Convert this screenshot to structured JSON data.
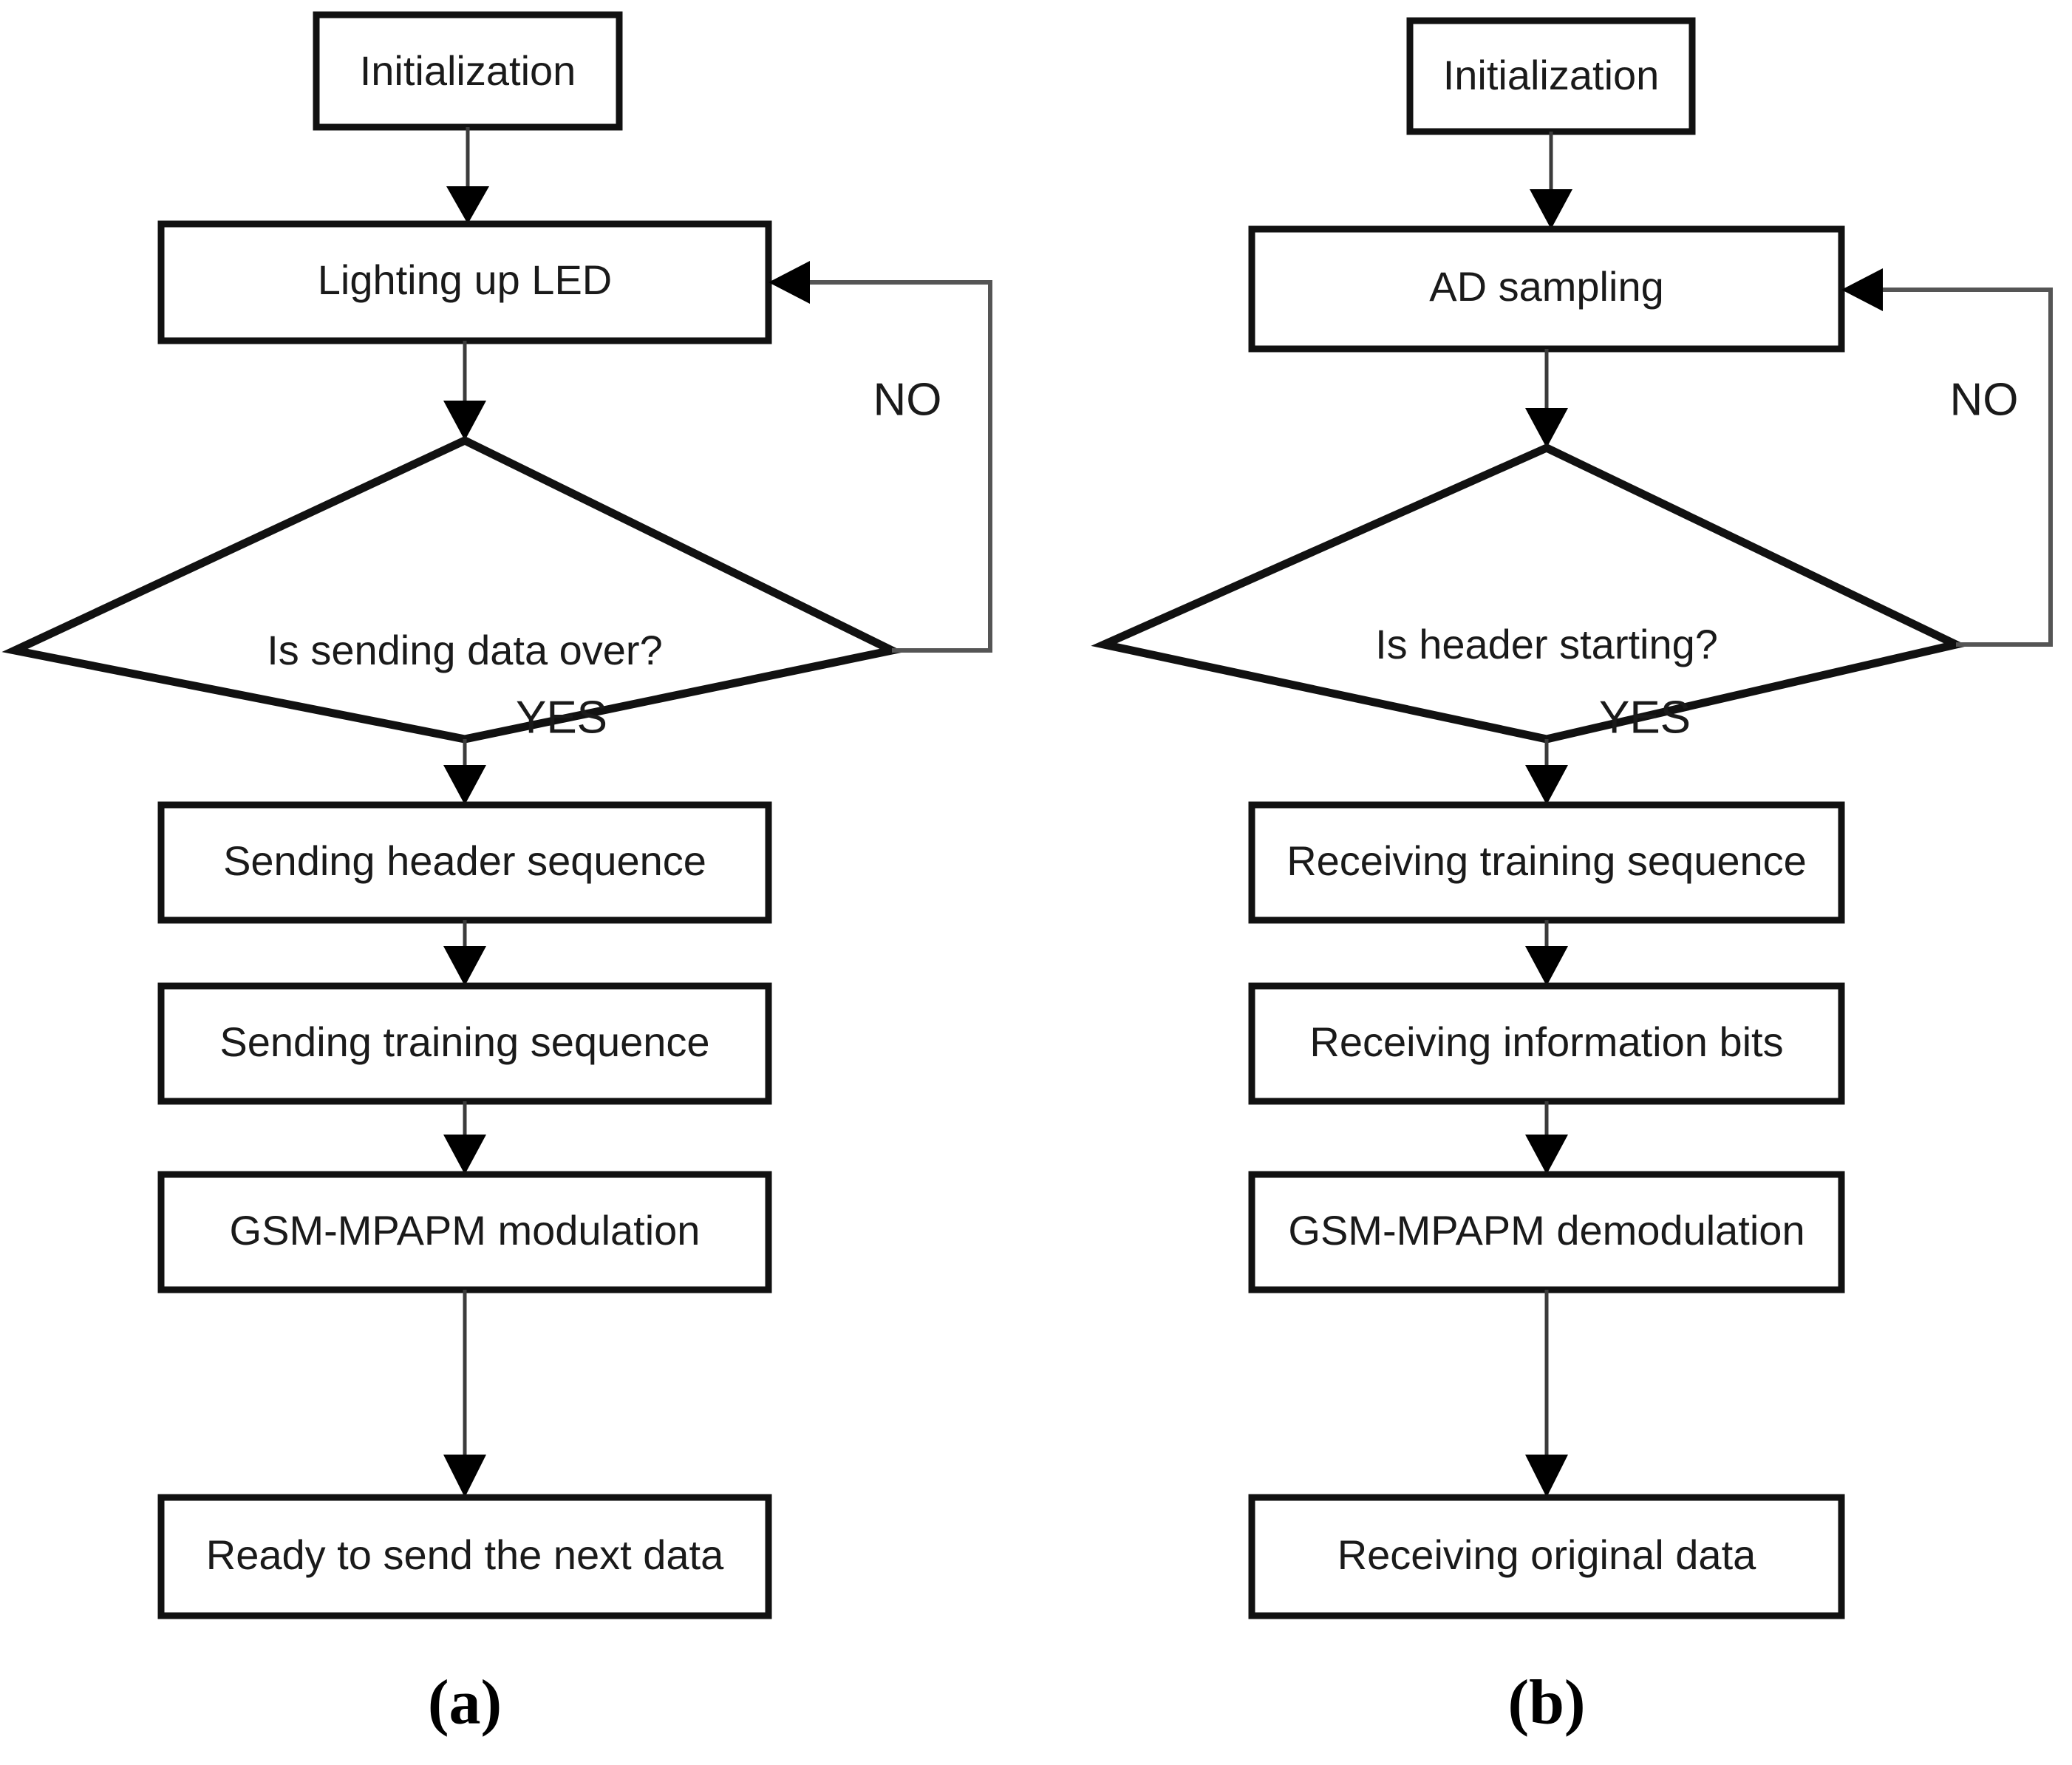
{
  "figure": {
    "background_color": "#ffffff",
    "stroke_color": "#111111",
    "text_color": "#1a1a1a",
    "panels": [
      {
        "id": "a",
        "caption": "(a)",
        "nodes": [
          {
            "id": "a-init",
            "shape": "rect",
            "label": "Initialization"
          },
          {
            "id": "a-led",
            "shape": "rect",
            "label": "Lighting up LED"
          },
          {
            "id": "a-decision",
            "shape": "diamond",
            "label": "Is sending data over?"
          },
          {
            "id": "a-header",
            "shape": "rect",
            "label": "Sending header sequence"
          },
          {
            "id": "a-training",
            "shape": "rect",
            "label": "Sending training sequence"
          },
          {
            "id": "a-mod",
            "shape": "rect",
            "label": "GSM-MPAPM modulation"
          },
          {
            "id": "a-ready",
            "shape": "rect",
            "label": "Ready to send the next data"
          }
        ],
        "branch_labels": {
          "no": "NO",
          "yes": "YES"
        }
      },
      {
        "id": "b",
        "caption": "(b)",
        "nodes": [
          {
            "id": "b-init",
            "shape": "rect",
            "label": "Initialization"
          },
          {
            "id": "b-ad",
            "shape": "rect",
            "label": "AD sampling"
          },
          {
            "id": "b-decision",
            "shape": "diamond",
            "label": "Is header starting?"
          },
          {
            "id": "b-training",
            "shape": "rect",
            "label": "Receiving training sequence"
          },
          {
            "id": "b-bits",
            "shape": "rect",
            "label": "Receiving information bits"
          },
          {
            "id": "b-demod",
            "shape": "rect",
            "label": "GSM-MPAPM demodulation"
          },
          {
            "id": "b-original",
            "shape": "rect",
            "label": "Receiving original data"
          }
        ],
        "branch_labels": {
          "no": "NO",
          "yes": "YES"
        }
      }
    ]
  }
}
